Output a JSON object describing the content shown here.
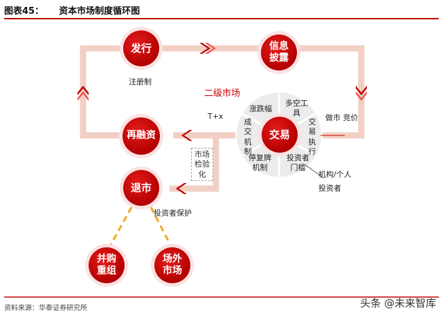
{
  "header": {
    "figure_no": "图表45：",
    "title": "资本市场制度循环图"
  },
  "nodes": {
    "issue": "发行",
    "disclosure": "信息\n披露",
    "refinance": "再融资",
    "delisting": "退市",
    "ma": "并购\n重组",
    "otc": "场外\n市场",
    "trading": "交易"
  },
  "labels": {
    "registration": "注册制",
    "secondary_market": "二级市场",
    "t_plus": "T+x",
    "market_test": "市场\n检验\n化",
    "investor_protection": "投资者保护",
    "short_long": "做市 竞价",
    "institution_individual": "机构/个人",
    "investors": "投资者"
  },
  "ring_segments": {
    "limit": "涨跌幅",
    "long_short": "多空工\n具",
    "settlement": "成\n交\n机\n制",
    "execution": "交\n易\n执\n行",
    "suspension": "停复牌\n机制",
    "threshold": "投资者\n门槛"
  },
  "footer": {
    "source": "资料来源：华泰证券研究所",
    "watermark": "头条 @未来智库"
  },
  "colors": {
    "accent": "#c00000",
    "loop": "#f2cfc4",
    "ring": "#ececec",
    "dash": "#f5a623"
  }
}
